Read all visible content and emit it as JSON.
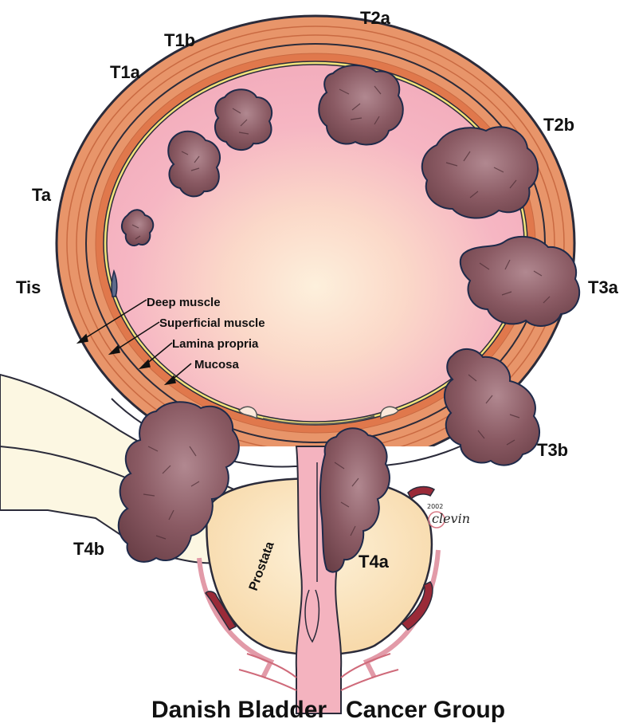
{
  "stages": {
    "t2a": "T2a",
    "t1b": "T1b",
    "t1a": "T1a",
    "t2b": "T2b",
    "ta": "Ta",
    "tis": "Tis",
    "t3a": "T3a",
    "t3b": "T3b",
    "t4b": "T4b",
    "t4a": "T4a"
  },
  "layers": {
    "deep_muscle": "Deep muscle",
    "superficial_muscle": "Superficial muscle",
    "lamina_propria": "Lamina propria",
    "mucosa": "Mucosa"
  },
  "organ": {
    "prostate": "Prostata"
  },
  "signature": {
    "name": "clevin",
    "year": "2002"
  },
  "footer": {
    "left": "Danish Bladder",
    "right": "Cancer Group"
  },
  "colors": {
    "muscle": "#e8956a",
    "muscle_dark": "#c96a42",
    "outline": "#2b2b3a",
    "lumen": "#f6b6c3",
    "lumen_glow": "#fde9d4",
    "tumor": "#8a5a63",
    "tumor_dark": "#5d3940",
    "tumor_outline": "#1e2a4a",
    "mucosa_yellow": "#f2e47a",
    "prostate": "#fbe3bd",
    "urethra": "#f4b3bf",
    "bone": "#fcf7e2",
    "vessel": "#9a2a38"
  }
}
